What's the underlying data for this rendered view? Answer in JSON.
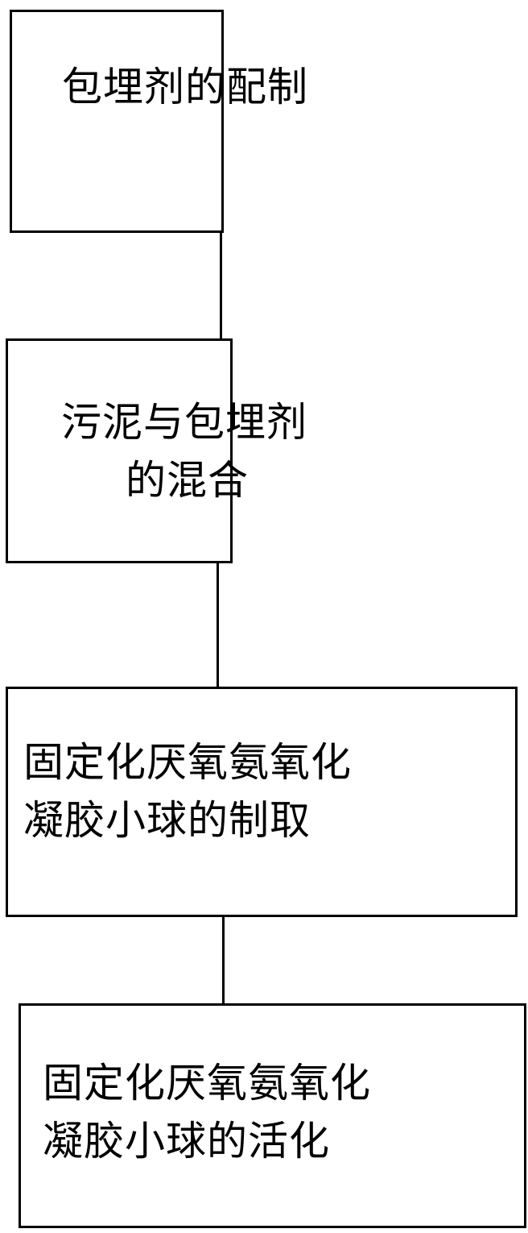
{
  "steps": [
    {
      "lines": [
        "包埋剂的配制"
      ]
    },
    {
      "lines": [
        "污泥与包埋剂",
        "的混合"
      ]
    },
    {
      "lines": [
        "固定化厌氧氨氧化",
        "凝胶小球的制取"
      ]
    },
    {
      "lines": [
        "固定化厌氧氨氧化",
        "凝胶小球的活化"
      ]
    }
  ]
}
